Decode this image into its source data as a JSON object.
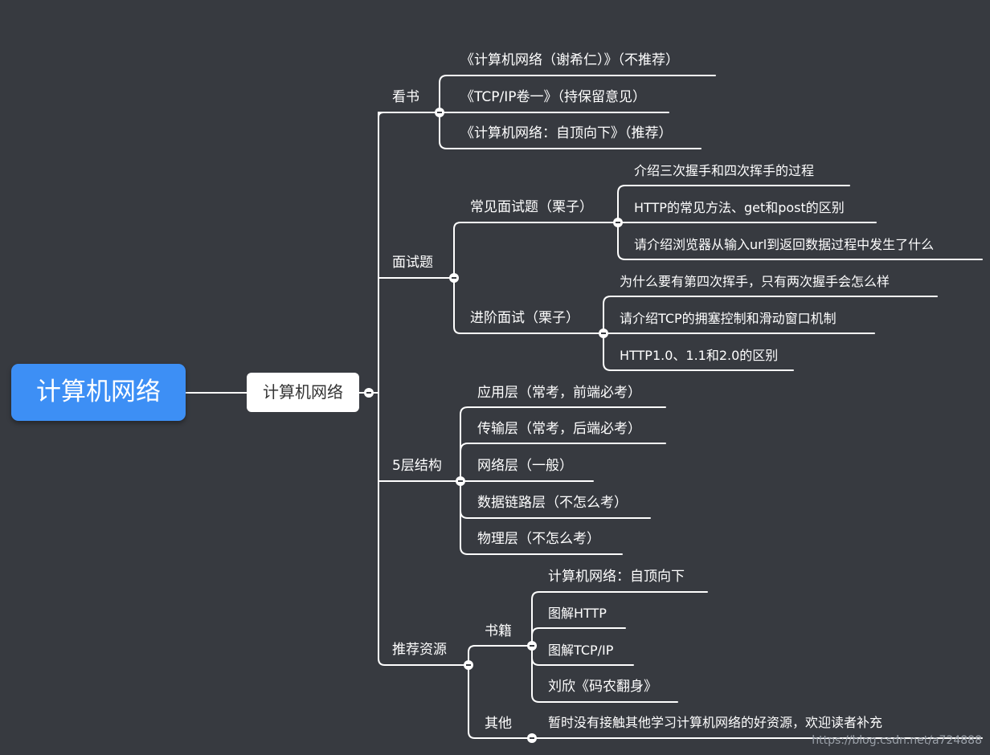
{
  "mindmap": {
    "root": "计算机网络",
    "main": "计算机网络",
    "branches": [
      {
        "label": "看书",
        "children": [
          {
            "label": "《计算机网络（谢希仁）》（不推荐）"
          },
          {
            "label": "《TCP/IP卷一》（持保留意见）"
          },
          {
            "label": "《计算机网络：自顶向下》（推荐）"
          }
        ]
      },
      {
        "label": "面试题",
        "children": [
          {
            "label": "常见面试题（栗子）",
            "children": [
              {
                "label": "介绍三次握手和四次挥手的过程"
              },
              {
                "label": "HTTP的常见方法、get和post的区别"
              },
              {
                "label": "请介绍浏览器从输入url到返回数据过程中发生了什么"
              }
            ]
          },
          {
            "label": "进阶面试（栗子）",
            "children": [
              {
                "label": "为什么要有第四次挥手，只有两次握手会怎么样"
              },
              {
                "label": "请介绍TCP的拥塞控制和滑动窗口机制"
              },
              {
                "label": "HTTP1.0、1.1和2.0的区别"
              }
            ]
          }
        ]
      },
      {
        "label": "5层结构",
        "children": [
          {
            "label": "应用层（常考，前端必考）"
          },
          {
            "label": "传输层（常考，后端必考）"
          },
          {
            "label": "网络层（一般）"
          },
          {
            "label": "数据链路层（不怎么考）"
          },
          {
            "label": "物理层（不怎么考）"
          }
        ]
      },
      {
        "label": "推荐资源",
        "children": [
          {
            "label": "书籍",
            "children": [
              {
                "label": "计算机网络：自顶向下"
              },
              {
                "label": "图解HTTP"
              },
              {
                "label": "图解TCP/IP"
              },
              {
                "label": "刘欣《码农翻身》"
              }
            ]
          },
          {
            "label": "其他",
            "children": [
              {
                "label": "暂时没有接触其他学习计算机网络的好资源，欢迎读者补充"
              }
            ]
          }
        ]
      }
    ]
  },
  "watermark": "https://blog.csdn.net/a724888",
  "colors": {
    "background": "#373a40",
    "root": "#3d8ff5",
    "line": "#ffffff"
  }
}
